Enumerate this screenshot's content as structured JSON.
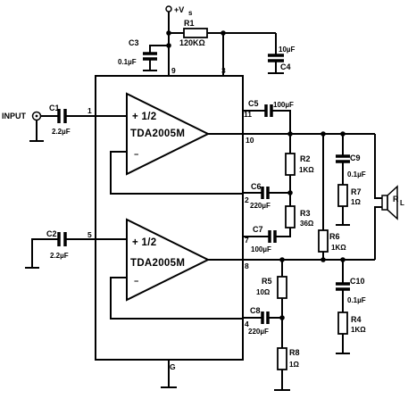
{
  "supply": {
    "label": "+V",
    "subscript": "s"
  },
  "ic": {
    "ground_pin": "G",
    "pins": [
      "9",
      "3",
      "1",
      "11",
      "10",
      "2",
      "5",
      "7",
      "8",
      "4"
    ],
    "amplifiers": [
      {
        "fraction": "+ 1/2",
        "part": "TDA2005M",
        "plus": "+",
        "minus": "−"
      },
      {
        "fraction": "+ 1/2",
        "part": "TDA2005M",
        "plus": "+",
        "minus": "−"
      }
    ]
  },
  "input_label": "INPUT",
  "speaker_label": "R",
  "speaker_subscript": "L",
  "components": [
    {
      "ref": "R1",
      "value": "120KΩ"
    },
    {
      "ref": "C3",
      "value": "0.1µF"
    },
    {
      "ref": "C4",
      "value": "10µF"
    },
    {
      "ref": "C1",
      "value": "2.2µF"
    },
    {
      "ref": "C2",
      "value": "2.2µF"
    },
    {
      "ref": "C5",
      "value": "100µF"
    },
    {
      "ref": "C6",
      "value": "220µF"
    },
    {
      "ref": "C7",
      "value": "100µF"
    },
    {
      "ref": "C8",
      "value": "220µF"
    },
    {
      "ref": "R2",
      "value": "1KΩ"
    },
    {
      "ref": "R3",
      "value": "36Ω"
    },
    {
      "ref": "C9",
      "value": "0.1µF"
    },
    {
      "ref": "R7",
      "value": "1Ω"
    },
    {
      "ref": "R6",
      "value": "1KΩ"
    },
    {
      "ref": "C10",
      "value": "0.1µF"
    },
    {
      "ref": "R8",
      "value": "1Ω"
    },
    {
      "ref": "R4",
      "value": "1KΩ"
    },
    {
      "ref": "R5",
      "value": "10Ω"
    }
  ]
}
